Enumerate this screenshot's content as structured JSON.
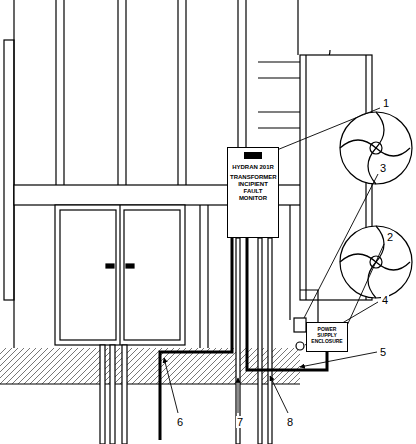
{
  "diagram": {
    "nodes": [
      {
        "text": [
          "HYDRAN 201R",
          "TRANSFORMER INCIPIENT FAULT MONITOR"
        ]
      },
      {
        "text": [
          "POWER SUPPLY ENCLOSURE"
        ]
      }
    ],
    "edges": [
      {
        "from": 0,
        "to": 1,
        "arrow": "none"
      }
    ],
    "labels": [
      "1",
      "2",
      "3",
      "4",
      "5",
      "6",
      "7",
      "8"
    ]
  }
}
